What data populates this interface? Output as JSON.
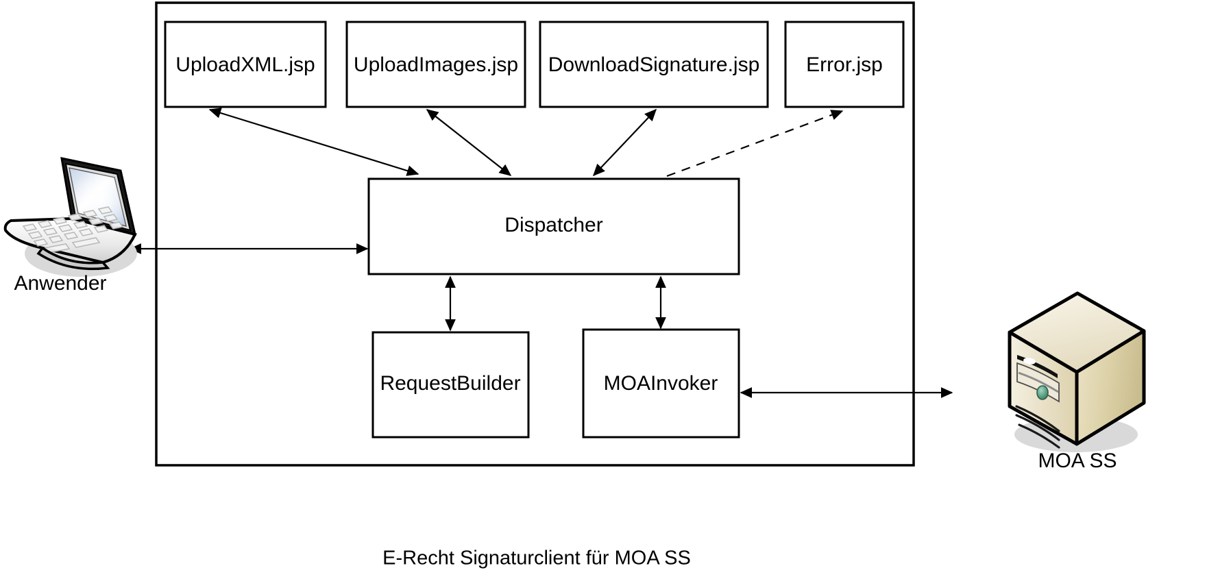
{
  "diagram": {
    "caption": "E-Recht Signaturclient für MOA SS",
    "container": {
      "name": "E-Recht Signaturclient für MOA SS"
    },
    "components": [
      {
        "id": "uploadxml",
        "label": "UploadXML.jsp"
      },
      {
        "id": "uploadimages",
        "label": "UploadImages.jsp"
      },
      {
        "id": "downloadsig",
        "label": "DownloadSignature.jsp"
      },
      {
        "id": "error",
        "label": "Error.jsp"
      },
      {
        "id": "dispatcher",
        "label": "Dispatcher"
      },
      {
        "id": "requestbuilder",
        "label": "RequestBuilder"
      },
      {
        "id": "moainvoker",
        "label": "MOAInvoker"
      }
    ],
    "actors": [
      {
        "id": "anwender",
        "label": "Anwender",
        "icon": "laptop-icon"
      },
      {
        "id": "moass",
        "label": "MOA SS",
        "icon": "server-icon"
      }
    ],
    "connections": [
      {
        "from": "anwender",
        "to": "dispatcher",
        "style": "solid",
        "arrows": "both"
      },
      {
        "from": "dispatcher",
        "to": "uploadxml",
        "style": "solid",
        "arrows": "both"
      },
      {
        "from": "dispatcher",
        "to": "uploadimages",
        "style": "solid",
        "arrows": "both"
      },
      {
        "from": "dispatcher",
        "to": "downloadsig",
        "style": "solid",
        "arrows": "both"
      },
      {
        "from": "dispatcher",
        "to": "error",
        "style": "dashed",
        "arrows": "single"
      },
      {
        "from": "dispatcher",
        "to": "requestbuilder",
        "style": "solid",
        "arrows": "both"
      },
      {
        "from": "dispatcher",
        "to": "moainvoker",
        "style": "solid",
        "arrows": "both"
      },
      {
        "from": "moainvoker",
        "to": "moass",
        "style": "solid",
        "arrows": "both"
      }
    ],
    "colors": {
      "stroke": "#000000",
      "background": "#ffffff",
      "server_body": "#d9cfa8",
      "server_light": "#f2ece0",
      "laptop_screen": "#dce6f2",
      "shadow": "#d9d9d9",
      "led": "#5fa88c"
    }
  }
}
